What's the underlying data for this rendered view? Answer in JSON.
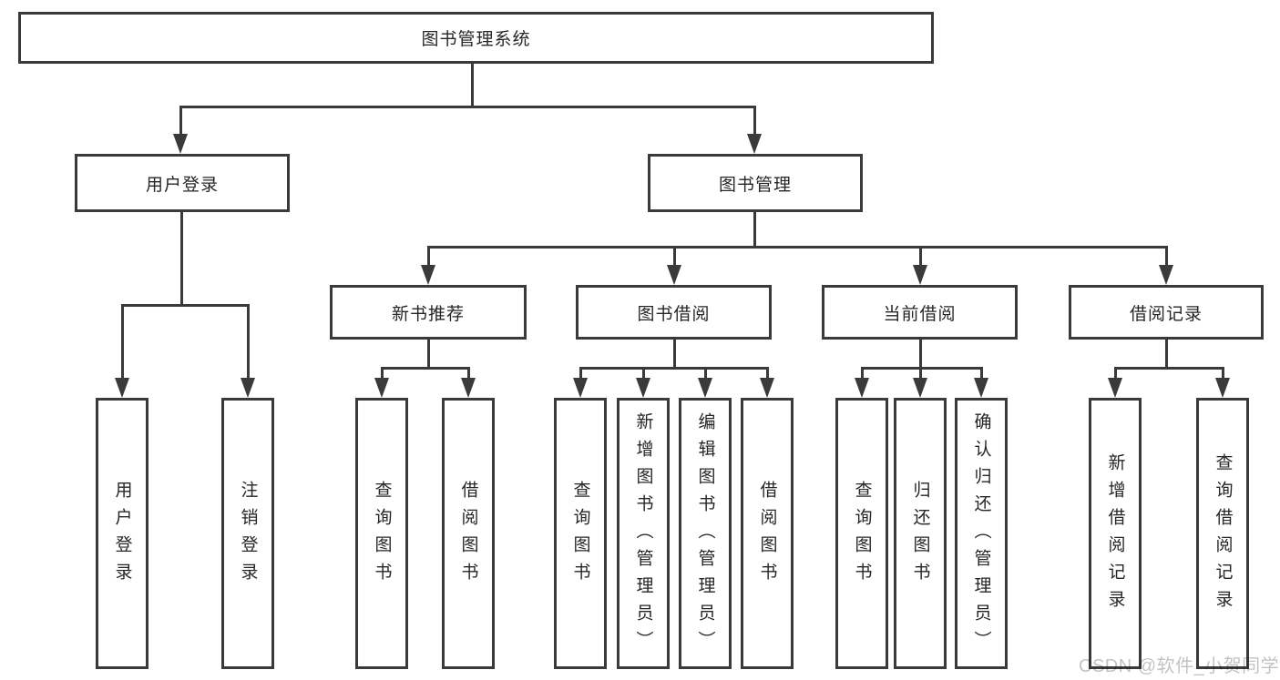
{
  "diagram": {
    "title": "图书管理系统",
    "nodes": {
      "root": "图书管理系统",
      "login": "用户登录",
      "bookMgmt": "图书管理",
      "newBooks": "新书推荐",
      "bookBorrow": "图书借阅",
      "currentBorrow": "当前借阅",
      "borrowRecords": "借阅记录",
      "leafUserLogin": "用户登录",
      "leafLogout": "注销登录",
      "leafQueryBooksRecommend": "查询图书",
      "leafBorrowBooksRecommend": "借阅图书",
      "leafQueryBooksBorrow": "查询图书",
      "leafAddBooksAdmin": "新增图书（管理员）",
      "leafEditBooksAdmin": "编辑图书（管理员）",
      "leafBorrowBooksBorrow": "借阅图书",
      "leafQueryBooksCurrent": "查询图书",
      "leafReturnBooks": "归还图书",
      "leafConfirmReturnAdmin": "确认归还（管理员）",
      "leafAddBorrowRecord": "新增借阅记录",
      "leafQueryBorrowRecord": "查询借阅记录"
    },
    "colors": {
      "line": "#3a3a3a",
      "text": "#262626",
      "background": "#ffffff",
      "watermark_text": "#c3c3c3"
    }
  },
  "watermark": "CSDN @软件_小贺同学"
}
